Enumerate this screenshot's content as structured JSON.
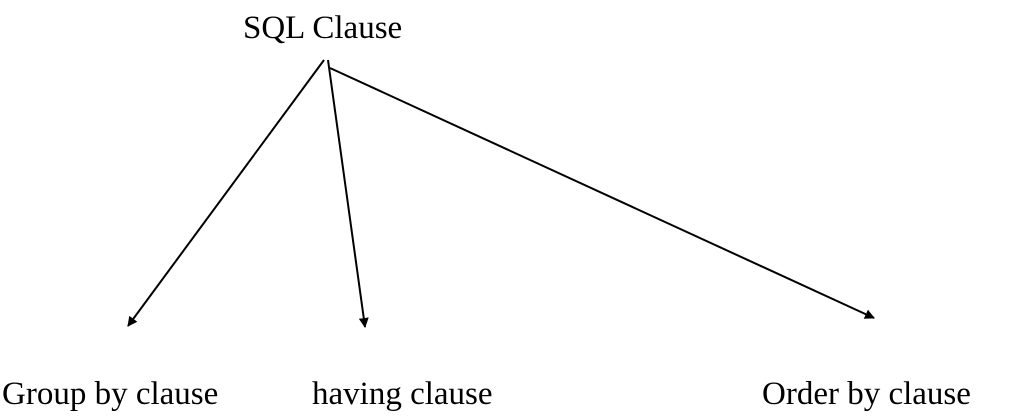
{
  "diagram": {
    "root": {
      "label": "SQL Clause"
    },
    "children": [
      {
        "id": "group",
        "label": "Group by clause"
      },
      {
        "id": "having",
        "label": "having clause"
      },
      {
        "id": "order",
        "label": "Order by clause"
      }
    ],
    "colors": {
      "line": "#000000",
      "text": "#000000",
      "background": "#ffffff"
    }
  }
}
